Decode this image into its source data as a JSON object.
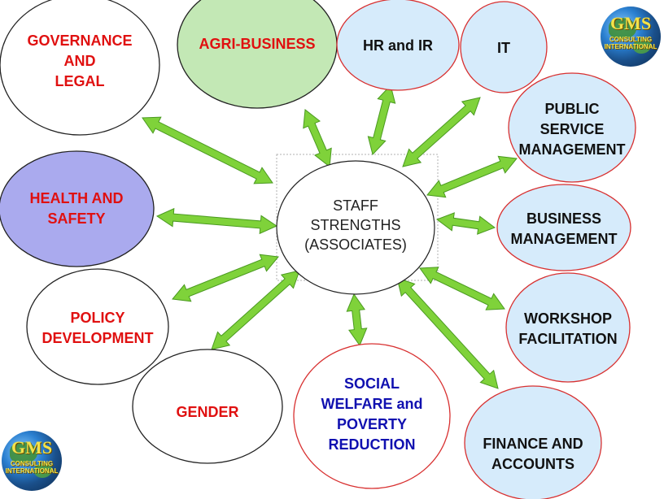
{
  "hub": {
    "lines": [
      "STAFF",
      "STRENGTHS",
      "(ASSOCIATES)"
    ]
  },
  "logo": {
    "mark": "GMS",
    "line1": "CONSULTING",
    "line2": "INTERNATIONAL"
  },
  "colors": {
    "arrow_fill": "#7fd23a",
    "arrow_stroke": "#4a9a20",
    "red_text": "#e01010",
    "blue_text": "#1010b0",
    "dark_text": "#111111",
    "node_stroke_red": "#d83030",
    "node_stroke_black": "#222222"
  },
  "nodes": [
    {
      "id": "governance",
      "lines": [
        "GOVERNANCE",
        "AND",
        "LEGAL"
      ],
      "fill": "#ffffff",
      "text_color": "#e01010",
      "stroke": "#222222"
    },
    {
      "id": "agri",
      "lines": [
        "AGRI-BUSINESS"
      ],
      "fill": "#c3e8b5",
      "text_color": "#e01010",
      "stroke": "#222222"
    },
    {
      "id": "hr",
      "lines": [
        "HR and IR"
      ],
      "fill": "#d6ebfb",
      "text_color": "#111111",
      "stroke": "#d83030"
    },
    {
      "id": "it",
      "lines": [
        "IT"
      ],
      "fill": "#d6ebfb",
      "text_color": "#111111",
      "stroke": "#d83030"
    },
    {
      "id": "psm",
      "lines": [
        "PUBLIC",
        "SERVICE",
        "MANAGEMENT"
      ],
      "fill": "#d6ebfb",
      "text_color": "#111111",
      "stroke": "#d83030"
    },
    {
      "id": "health",
      "lines": [
        "HEALTH AND",
        "SAFETY"
      ],
      "fill": "#aaaaee",
      "text_color": "#e01010",
      "stroke": "#222222"
    },
    {
      "id": "business",
      "lines": [
        "BUSINESS",
        "MANAGEMENT"
      ],
      "fill": "#d6ebfb",
      "text_color": "#111111",
      "stroke": "#d83030"
    },
    {
      "id": "policy",
      "lines": [
        "POLICY",
        "DEVELOPMENT"
      ],
      "fill": "#ffffff",
      "text_color": "#e01010",
      "stroke": "#222222"
    },
    {
      "id": "workshop",
      "lines": [
        "WORKSHOP",
        "FACILITATION"
      ],
      "fill": "#d6ebfb",
      "text_color": "#111111",
      "stroke": "#d83030"
    },
    {
      "id": "gender",
      "lines": [
        "GENDER"
      ],
      "fill": "#ffffff",
      "text_color": "#e01010",
      "stroke": "#222222"
    },
    {
      "id": "social",
      "lines": [
        "SOCIAL",
        "WELFARE and",
        "POVERTY",
        "REDUCTION"
      ],
      "fill": "#ffffff",
      "text_color": "#1010b0",
      "stroke": "#d83030"
    },
    {
      "id": "finance",
      "lines": [
        "FINANCE AND",
        "ACCOUNTS"
      ],
      "fill": "#d6ebfb",
      "text_color": "#111111",
      "stroke": "#d83030"
    }
  ]
}
